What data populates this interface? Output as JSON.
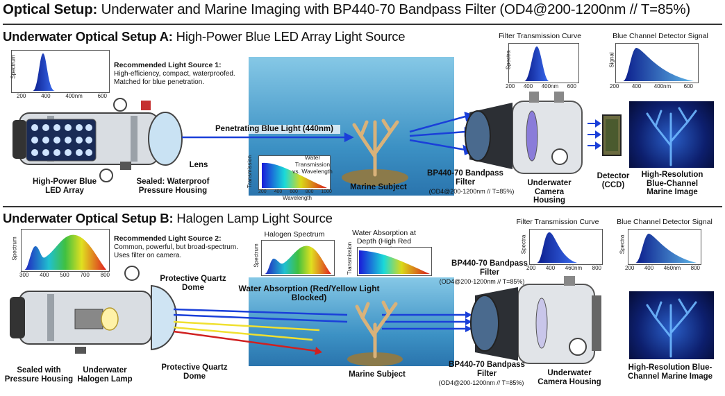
{
  "title": {
    "bold": "Optical Setup:",
    "rest": " Underwater and Marine Imaging with BP440-70 Bandpass Filter (OD4@200-1200nm // T=85%)"
  },
  "colors": {
    "blue": "#1a3fd9",
    "water": "#3c91c4",
    "housing": "#d9dde2"
  },
  "setupA": {
    "heading_bold": "Underwater Optical Setup A:",
    "heading_rest": " High-Power Blue LED Array Light Source",
    "spectrum_axis": "Spectrum",
    "spectrum_ticks": [
      "200",
      "400",
      "400nm",
      "600"
    ],
    "source_title": "Recommended Light Source 1:",
    "source_desc": "High-efficiency, compact, waterproofed. Matched for blue penetration.",
    "led_label": "High-Power Blue LED Array",
    "housing_label": "Sealed: Waterproof Pressure Housing",
    "lens_label": "Lens",
    "beam_label": "Penetrating Blue Light (440nm)",
    "water_chart_title": "Water Transmission vs. Wavelength",
    "water_chart_y": "Transmission",
    "water_chart_x": "Wavelength",
    "water_chart_ticks": [
      "200",
      "400",
      "600",
      "800",
      "1000"
    ],
    "subject_label": "Marine Subject",
    "filter_label": "BP440-70 Bandpass Filter",
    "filter_spec": "(OD4@200-1200nm // T=85%)",
    "camera_label": "Underwater Camera Housing",
    "ftc_title": "Filter Transmission Curve",
    "ftc_axis": "Spectra",
    "ftc_ticks": [
      "200",
      "400",
      "400nm",
      "600"
    ],
    "bcd_title": "Blue Channel Detector Signal",
    "bcd_axis": "Signal",
    "bcd_ticks": [
      "200",
      "400",
      "400nm",
      "600"
    ],
    "detector_label": "Detector (CCD)",
    "image_label": "High-Resolution Blue-Channel Marine Image"
  },
  "setupB": {
    "heading_bold": "Underwater Optical Setup B:",
    "heading_rest": " Halogen Lamp Light Source",
    "spectrum_axis": "Spectrum",
    "spectrum_ticks": [
      "300",
      "400",
      "500",
      "700",
      "800"
    ],
    "source_title": "Recommended Light Source 2:",
    "source_desc": "Common, powerful, but broad-spectrum. Uses filter on camera.",
    "dome_label_top": "Protective Quartz Dome",
    "dome_label_bottom": "Protective Quartz Dome",
    "housing_label": "Sealed with Pressure Housing",
    "lamp_label": "Underwater Halogen Lamp",
    "halogen_title": "Halogen Spectrum",
    "halogen_axis": "Spectrum",
    "abs_title": "Water Absorption at Depth (High Red Loss)",
    "abs_axis": "Transmission",
    "water_label": "Water Absorption (Red/Yellow Light Blocked)",
    "subject_label": "Marine Subject",
    "filter_top_label": "BP440-70 Bandpass Filter",
    "filter_top_spec": "(OD4@200-1200nm // T=85%)",
    "filter_bottom_label": "BP440-70 Bandpass Filter",
    "filter_bottom_spec": "(OD4@200-1200nm // T=85%)",
    "camera_label": "Underwater Camera Housing",
    "ftc_title": "Filter Transmission Curve",
    "ftc_axis": "Spectra",
    "ftc_ticks": [
      "200",
      "400",
      "460nm",
      "800"
    ],
    "bcd_title": "Blue Channel Detector Signal",
    "bcd_axis": "Spectra",
    "bcd_ticks": [
      "200",
      "400",
      "460nm",
      "800"
    ],
    "image_label": "High-Resolution Blue-Channel Marine Image"
  }
}
